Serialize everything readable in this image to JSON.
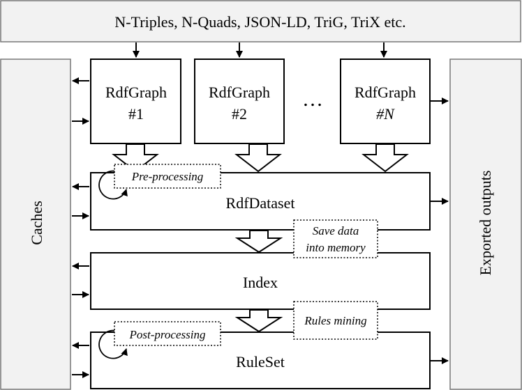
{
  "input_formats": "N-Triples, N-Quads, JSON-LD, TriG, TriX etc.",
  "graphs": [
    {
      "name": "RdfGraph",
      "index": "#1"
    },
    {
      "name": "RdfGraph",
      "index": "#2"
    },
    {
      "name": "RdfGraph",
      "index": "#N"
    }
  ],
  "ellipsis": "…",
  "rdf_dataset": "RdfDataset",
  "index_box": "Index",
  "ruleset": "RuleSet",
  "caches": "Caches",
  "exported_outputs": "Exported outputs",
  "annotations": {
    "pre_processing": "Pre-processing",
    "save_data_line1": "Save data",
    "save_data_line2": "into memory",
    "rules_mining": "Rules mining",
    "post_processing": "Post-processing"
  }
}
